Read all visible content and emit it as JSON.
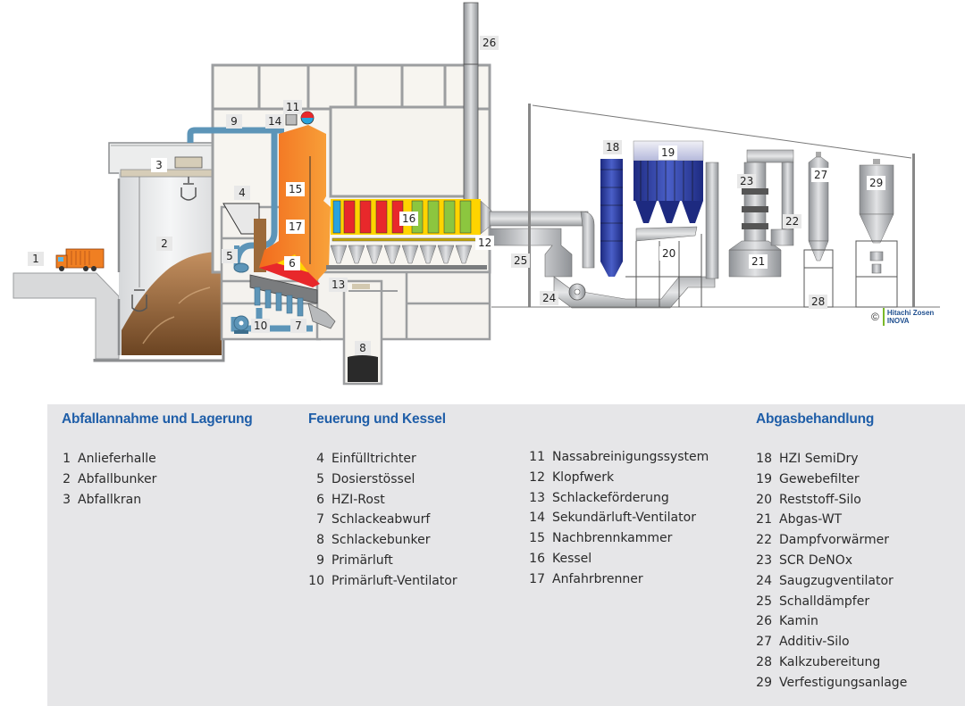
{
  "diagram": {
    "labels": {
      "1": "1",
      "2": "2",
      "3": "3",
      "4": "4",
      "5": "5",
      "6": "6",
      "7": "7",
      "8": "8",
      "9": "9",
      "10": "10",
      "11": "11",
      "12": "12",
      "13": "13",
      "14": "14",
      "15": "15",
      "16": "16",
      "17": "17",
      "18": "18",
      "19": "19",
      "20": "20",
      "21": "21",
      "22": "22",
      "23": "23",
      "24": "24",
      "25": "25",
      "26": "26",
      "27": "27",
      "28": "28",
      "29": "29"
    },
    "copyright": {
      "symbol": "©",
      "line1": "Hitachi Zosen",
      "line2": "INOVA"
    },
    "colors": {
      "furnace_orange": "#f47a20",
      "pipe_blue": "#5d95b8",
      "boiler_yellow": "#ffd400",
      "boiler_red": "#e8282b",
      "boiler_green": "#8cc63f",
      "boiler_blue": "#29a3dc",
      "filter_blue": "#2e3f9e",
      "waste_brown": "#9c6a3a",
      "truck_orange": "#f07f22"
    }
  },
  "legend": {
    "heading_color": "#1f5ea8",
    "sections": [
      {
        "title": "Abfallannahme und Lagerung",
        "items": [
          {
            "num": "1",
            "label": "Anlieferhalle"
          },
          {
            "num": "2",
            "label": "Abfallbunker"
          },
          {
            "num": "3",
            "label": "Abfallkran"
          }
        ]
      },
      {
        "title": "Feuerung und Kessel",
        "items": [
          {
            "num": "4",
            "label": "Einfülltrichter"
          },
          {
            "num": "5",
            "label": "Dosierstössel"
          },
          {
            "num": "6",
            "label": "HZI-Rost"
          },
          {
            "num": "7",
            "label": "Schlackeabwurf"
          },
          {
            "num": "8",
            "label": "Schlackebunker"
          },
          {
            "num": "9",
            "label": "Primärluft"
          },
          {
            "num": "10",
            "label": "Primärluft-Ventilator"
          }
        ],
        "items2": [
          {
            "num": "11",
            "label": "Nassabreinigungssystem"
          },
          {
            "num": "12",
            "label": "Klopfwerk"
          },
          {
            "num": "13",
            "label": "Schlackeförderung"
          },
          {
            "num": "14",
            "label": "Sekundärluft-Ventilator"
          },
          {
            "num": "15",
            "label": "Nachbrennkammer"
          },
          {
            "num": "16",
            "label": "Kessel"
          },
          {
            "num": "17",
            "label": "Anfahrbrenner"
          }
        ]
      },
      {
        "title": "Abgasbehandlung",
        "items": [
          {
            "num": "18",
            "label": "HZI SemiDry"
          },
          {
            "num": "19",
            "label": "Gewebefilter"
          },
          {
            "num": "20",
            "label": "Reststoff-Silo"
          },
          {
            "num": "21",
            "label": "Abgas-WT"
          },
          {
            "num": "22",
            "label": "Dampfvorwärmer"
          },
          {
            "num": "23",
            "label": "SCR DeNOx"
          },
          {
            "num": "24",
            "label": "Saugzugventilator"
          },
          {
            "num": "25",
            "label": "Schalldämpfer"
          },
          {
            "num": "26",
            "label": "Kamin"
          },
          {
            "num": "27",
            "label": "Additiv-Silo"
          },
          {
            "num": "28",
            "label": "Kalkzubereitung"
          },
          {
            "num": "29",
            "label": "Verfestigungsanlage"
          }
        ]
      }
    ]
  }
}
